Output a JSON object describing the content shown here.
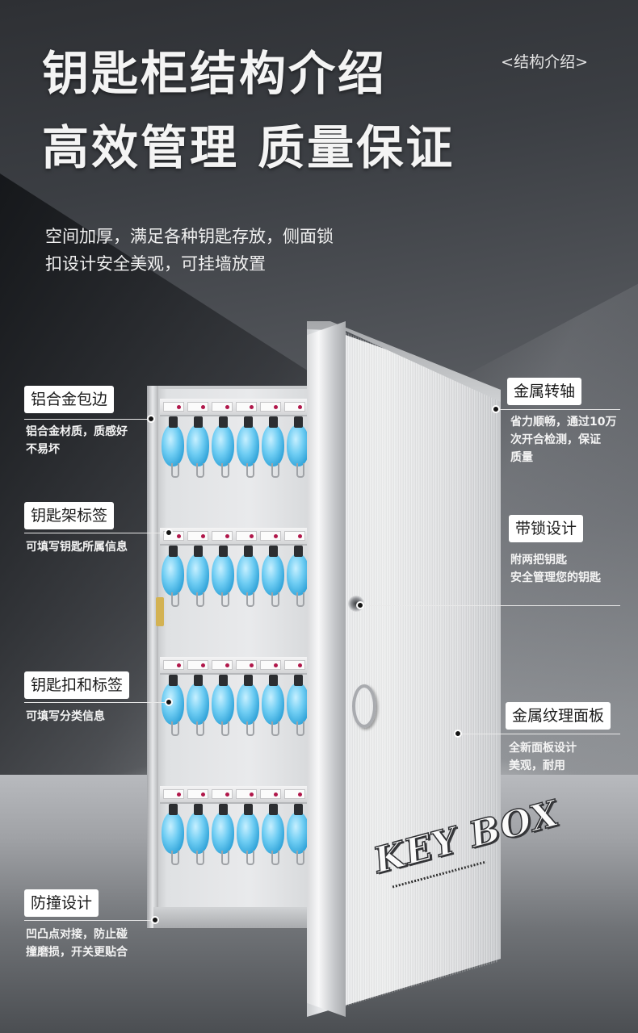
{
  "header": {
    "title_line1": "钥匙柜结构介绍",
    "title_line2": "高效管理 质量保证",
    "corner_tag": "<结构介绍>",
    "subtitle_line1": "空间加厚，满足各种钥匙存放，侧面锁",
    "subtitle_line2": "扣设计安全美观，可挂墙放置"
  },
  "product": {
    "logo_text": "KEY BOX"
  },
  "callouts_left": [
    {
      "label": "铝合金包边",
      "desc_line1": "铝合金材质，质感好",
      "desc_line2": "不易坏"
    },
    {
      "label": "钥匙架标签",
      "desc_line1": "可填写钥匙所属信息",
      "desc_line2": ""
    },
    {
      "label": "钥匙扣和标签",
      "desc_line1": "可填写分类信息",
      "desc_line2": ""
    },
    {
      "label": "防撞设计",
      "desc_line1": "凹凸点对接，防止碰",
      "desc_line2": "撞磨损，开关更贴合"
    }
  ],
  "callouts_right": [
    {
      "label": "金属转轴",
      "desc_line1": "省力顺畅，通过10万",
      "desc_line2": "次开合检测，保证",
      "desc_line3": "质量"
    },
    {
      "label": "带锁设计",
      "desc_line1": "附两把钥匙",
      "desc_line2": "安全管理您的钥匙",
      "desc_line3": ""
    },
    {
      "label": "金属纹理面板",
      "desc_line1": "全新面板设计",
      "desc_line2": "美观，耐用",
      "desc_line3": ""
    }
  ],
  "colors": {
    "key_tag": "#2a9fd6",
    "rail_dot": "#b0174a",
    "label_bg": "#ffffff",
    "hinge": "#d3b253"
  }
}
